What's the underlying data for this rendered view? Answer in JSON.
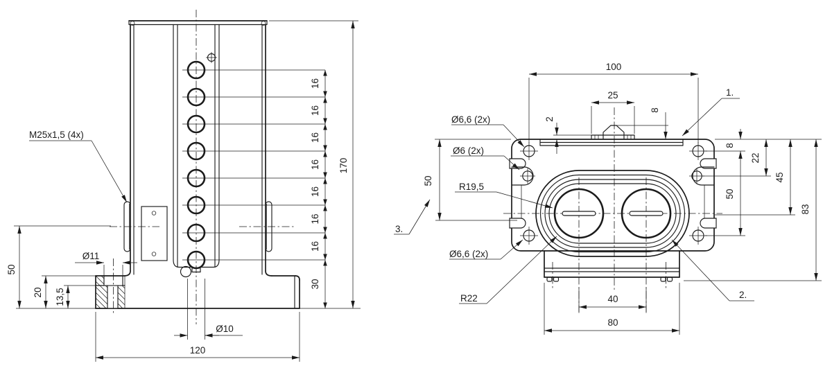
{
  "colors": {
    "background": "#ffffff",
    "line": "#1b1b1b"
  },
  "front_view": {
    "callouts": {
      "thread": "M25x1,5 (4x)",
      "bore_d11": "Ø11",
      "hole_d10": "Ø10"
    },
    "dims": {
      "total_height": "170",
      "base_width": "120",
      "boss_center": "50",
      "flange": "20",
      "counterbore": "13,5",
      "base_top": "30",
      "pitch": [
        "16",
        "16",
        "16",
        "16",
        "16",
        "16",
        "16"
      ]
    }
  },
  "top_view": {
    "callouts": {
      "corner_top": "Ø6,6 (2x)",
      "corner_bottom": "Ø6,6 (2x)",
      "side": "Ø6 (2x)",
      "r_inner": "R19,5",
      "r_outer": "R22",
      "note1": "1.",
      "note2": "2.",
      "note3": "3."
    },
    "dims": {
      "span100": "100",
      "tab25": "25",
      "tab8": "8",
      "recess2": "2",
      "edge8": "8",
      "side22": "22",
      "center45": "45",
      "span50": "50",
      "left50": "50",
      "total83": "83",
      "bores40": "40",
      "feet80": "80"
    }
  }
}
